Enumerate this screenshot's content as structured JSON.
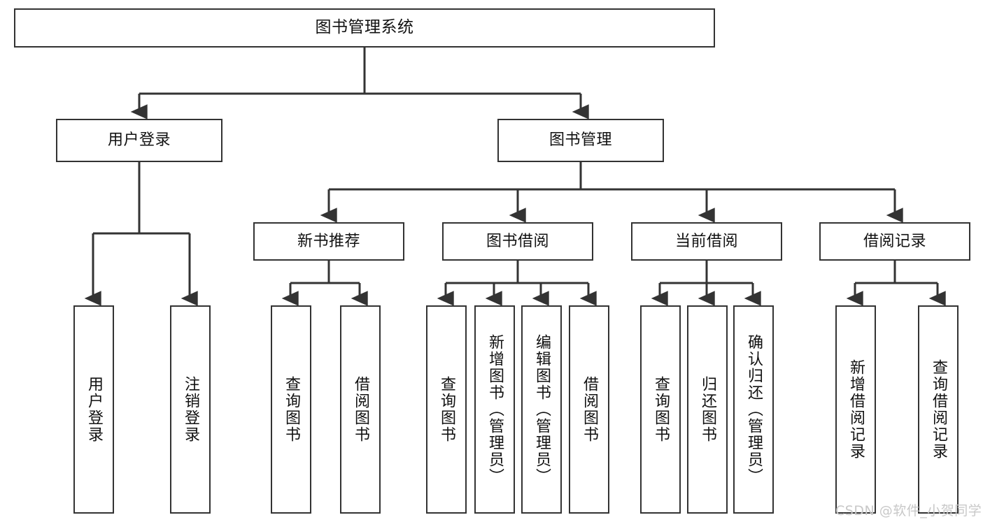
{
  "diagram": {
    "title": "图书管理系统",
    "type": "tree-hierarchy",
    "accent_color": "#333333",
    "background_color": "#ffffff",
    "root": {
      "id": "root",
      "label": "图书管理系统"
    },
    "level1": [
      {
        "id": "user-login",
        "label": "用户登录"
      },
      {
        "id": "book-manage",
        "label": "图书管理"
      }
    ],
    "level2": [
      {
        "id": "new-book-rec",
        "label": "新书推荐",
        "parent": "book-manage"
      },
      {
        "id": "book-borrow",
        "label": "图书借阅",
        "parent": "book-manage"
      },
      {
        "id": "current-borrow",
        "label": "当前借阅",
        "parent": "book-manage"
      },
      {
        "id": "borrow-record",
        "label": "借阅记录",
        "parent": "book-manage"
      }
    ],
    "leaves": [
      {
        "id": "leaf-user-login",
        "label": "用户登录",
        "parent": "user-login"
      },
      {
        "id": "leaf-logout",
        "label": "注销登录",
        "parent": "user-login"
      },
      {
        "id": "leaf-query-book-1",
        "label": "查询图书",
        "parent": "new-book-rec"
      },
      {
        "id": "leaf-borrow-book-1",
        "label": "借阅图书",
        "parent": "new-book-rec"
      },
      {
        "id": "leaf-query-book-2",
        "label": "查询图书",
        "parent": "book-borrow"
      },
      {
        "id": "leaf-add-book",
        "label": "新增图书（管理员）",
        "parent": "book-borrow"
      },
      {
        "id": "leaf-edit-book",
        "label": "编辑图书（管理员）",
        "parent": "book-borrow"
      },
      {
        "id": "leaf-borrow-book-2",
        "label": "借阅图书",
        "parent": "book-borrow"
      },
      {
        "id": "leaf-query-book-3",
        "label": "查询图书",
        "parent": "current-borrow"
      },
      {
        "id": "leaf-return-book",
        "label": "归还图书",
        "parent": "current-borrow"
      },
      {
        "id": "leaf-confirm-return",
        "label": "确认归还（管理员）",
        "parent": "current-borrow"
      },
      {
        "id": "leaf-add-record",
        "label": "新增借阅记录",
        "parent": "borrow-record"
      },
      {
        "id": "leaf-query-record",
        "label": "查询借阅记录",
        "parent": "borrow-record"
      }
    ]
  },
  "watermark": {
    "text": "CSDN @软件_小贺同学"
  }
}
